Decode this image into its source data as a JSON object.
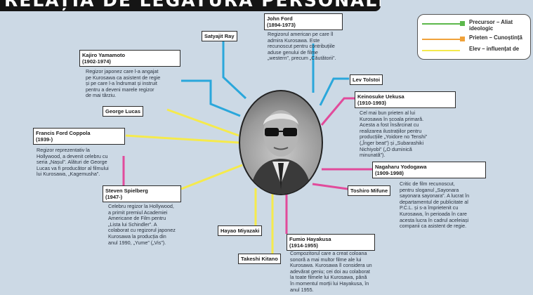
{
  "title": "RELAȚIA DE LEGĂTURĂ PERSONALE",
  "colors": {
    "precursor": "#2aa7db",
    "friend": "#e14b9b",
    "influenced": "#f5ea4c",
    "legend_green": "#5cb84b",
    "legend_orange": "#f0a23a",
    "background": "#ccd9e5"
  },
  "legend": [
    {
      "label": "Precursor – Aliat\nideologic",
      "line_color": "#5cb84b",
      "swatch_color": "#5cb84b"
    },
    {
      "label": "Prieten – Cunoștință",
      "line_color": "#f0a23a",
      "swatch_color": "#f0a23a"
    },
    {
      "label": "Elev – influențat de",
      "line_color": "#f5ea4c",
      "swatch_color": null
    }
  ],
  "people": {
    "satyajit_ray": {
      "name": "Satyajit Ray"
    },
    "john_ford": {
      "name": "John Ford",
      "years": "(1894-1973)",
      "desc": "Regizorul american pe care îl\nadmira Kurosawa. Este\nrecunoscut pentru contribuțiile\naduse genului de filme\n„western”, precum „Căutătorii”."
    },
    "kajiro_yamamoto": {
      "name": "Kajiro Yamamoto",
      "years": "(1902-1974)",
      "desc": "Regizor japonez care l-a angajat\npe Kurosawa ca asistent de regie\nși pe care l-a îndrumat și instruit\npentru a deveni marele regizor\nde mai târziu."
    },
    "lev_tolstoi": {
      "name": "Lev Tolstoi"
    },
    "keinosuke_uekusa": {
      "name": "Keinosuke Uekusa",
      "years": "(1910-1993)",
      "desc": "Cel mai bun prieten al lui\nKurosawa în școala primară.\nAcesta a fost însărcinat cu\nrealizarea ilustrațiilor pentru\nproducțiile „Yoidore no Tenshi”\n(„Înger beat”) și „Subarashiki\nNichiyobi” („O duminică\nminunată”)."
    },
    "george_lucas": {
      "name": "George Lucas"
    },
    "francis_ford_coppola": {
      "name": "Francis Ford Coppola",
      "years": "(1939-)",
      "desc": "Regizor reprezentativ la\nHollywood, a devenit celebru cu\nseria „Nașul”. Alături de George\nLucas va fi producător al filmului\nlui Kurosawa, „Kagemusha”."
    },
    "nagaharu_yodogawa": {
      "name": "Nagaharu Yodogawa",
      "years": "(1909-1998)",
      "desc": "Critic de film recunoscut,\npentru sloganul „Sayonara\nsayonara sayonara”. A lucrat în\ndepartamentul de publicitate al\nP.C.L. și s-a împrietenit cu\nKurosawa, în perioada în care\nacesta lucra în cadrul aceleiași\ncompanii ca asistent de regie."
    },
    "steven_spielberg": {
      "name": "Steven Spielberg",
      "years": "(1947-)",
      "desc": "Celebru regizor la Hollywood,\na primit premiul Academiei\nAmericane de Film pentru\n„Lista lui Schindler”. A\ncolaborat cu regizorul japonez\nKurosawa la producția din\nanul 1990, „Yume” („Vis”)."
    },
    "toshiro_mifune": {
      "name": "Toshiro Mifune"
    },
    "hayao_miyazaki": {
      "name": "Hayao Miyazaki"
    },
    "fumio_hayakusa": {
      "name": "Fumio Hayakusa",
      "years": "(1914-1955)",
      "desc": "Compozitorul care a creat coloana\nsonoră a mai multor filme ale lui\nKurosawa. Kurosawa îl considera un\nadevărat geniu; cei doi au colaborat\nla toate filmele lui Kurosawa, până\nîn momentul morții lui Hayakusa, în\nanul 1955."
    },
    "takeshi_kitano": {
      "name": "Takeshi Kitano"
    }
  }
}
